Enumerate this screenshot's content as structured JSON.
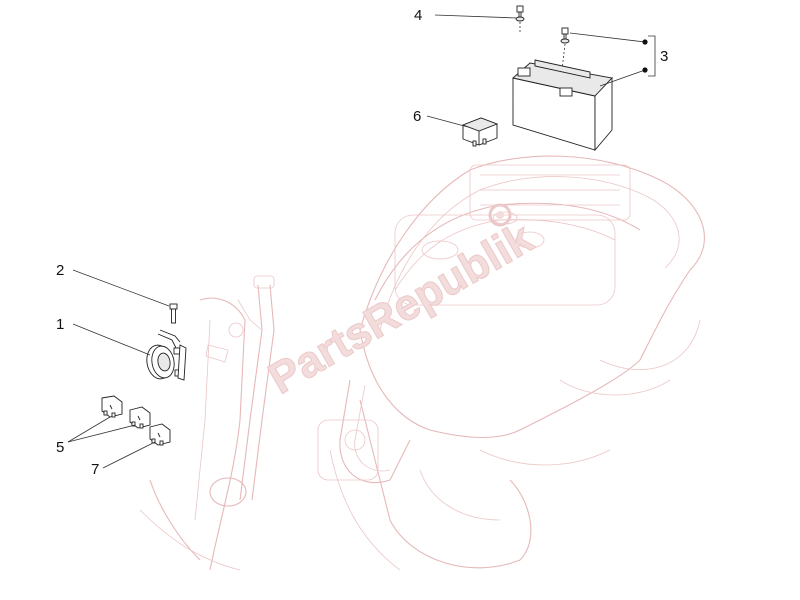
{
  "diagram": {
    "callouts": [
      {
        "id": "callout-1",
        "text": "1"
      },
      {
        "id": "callout-2",
        "text": "2"
      },
      {
        "id": "callout-3",
        "text": "3"
      },
      {
        "id": "callout-4",
        "text": "4"
      },
      {
        "id": "callout-5",
        "text": "5"
      },
      {
        "id": "callout-6",
        "text": "6"
      },
      {
        "id": "callout-7",
        "text": "7"
      }
    ],
    "watermark": "PartsRepublik"
  },
  "colors": {
    "frame_outline": "#e6b8b8",
    "part_outline": "#222222",
    "callout_text": "#111111"
  }
}
